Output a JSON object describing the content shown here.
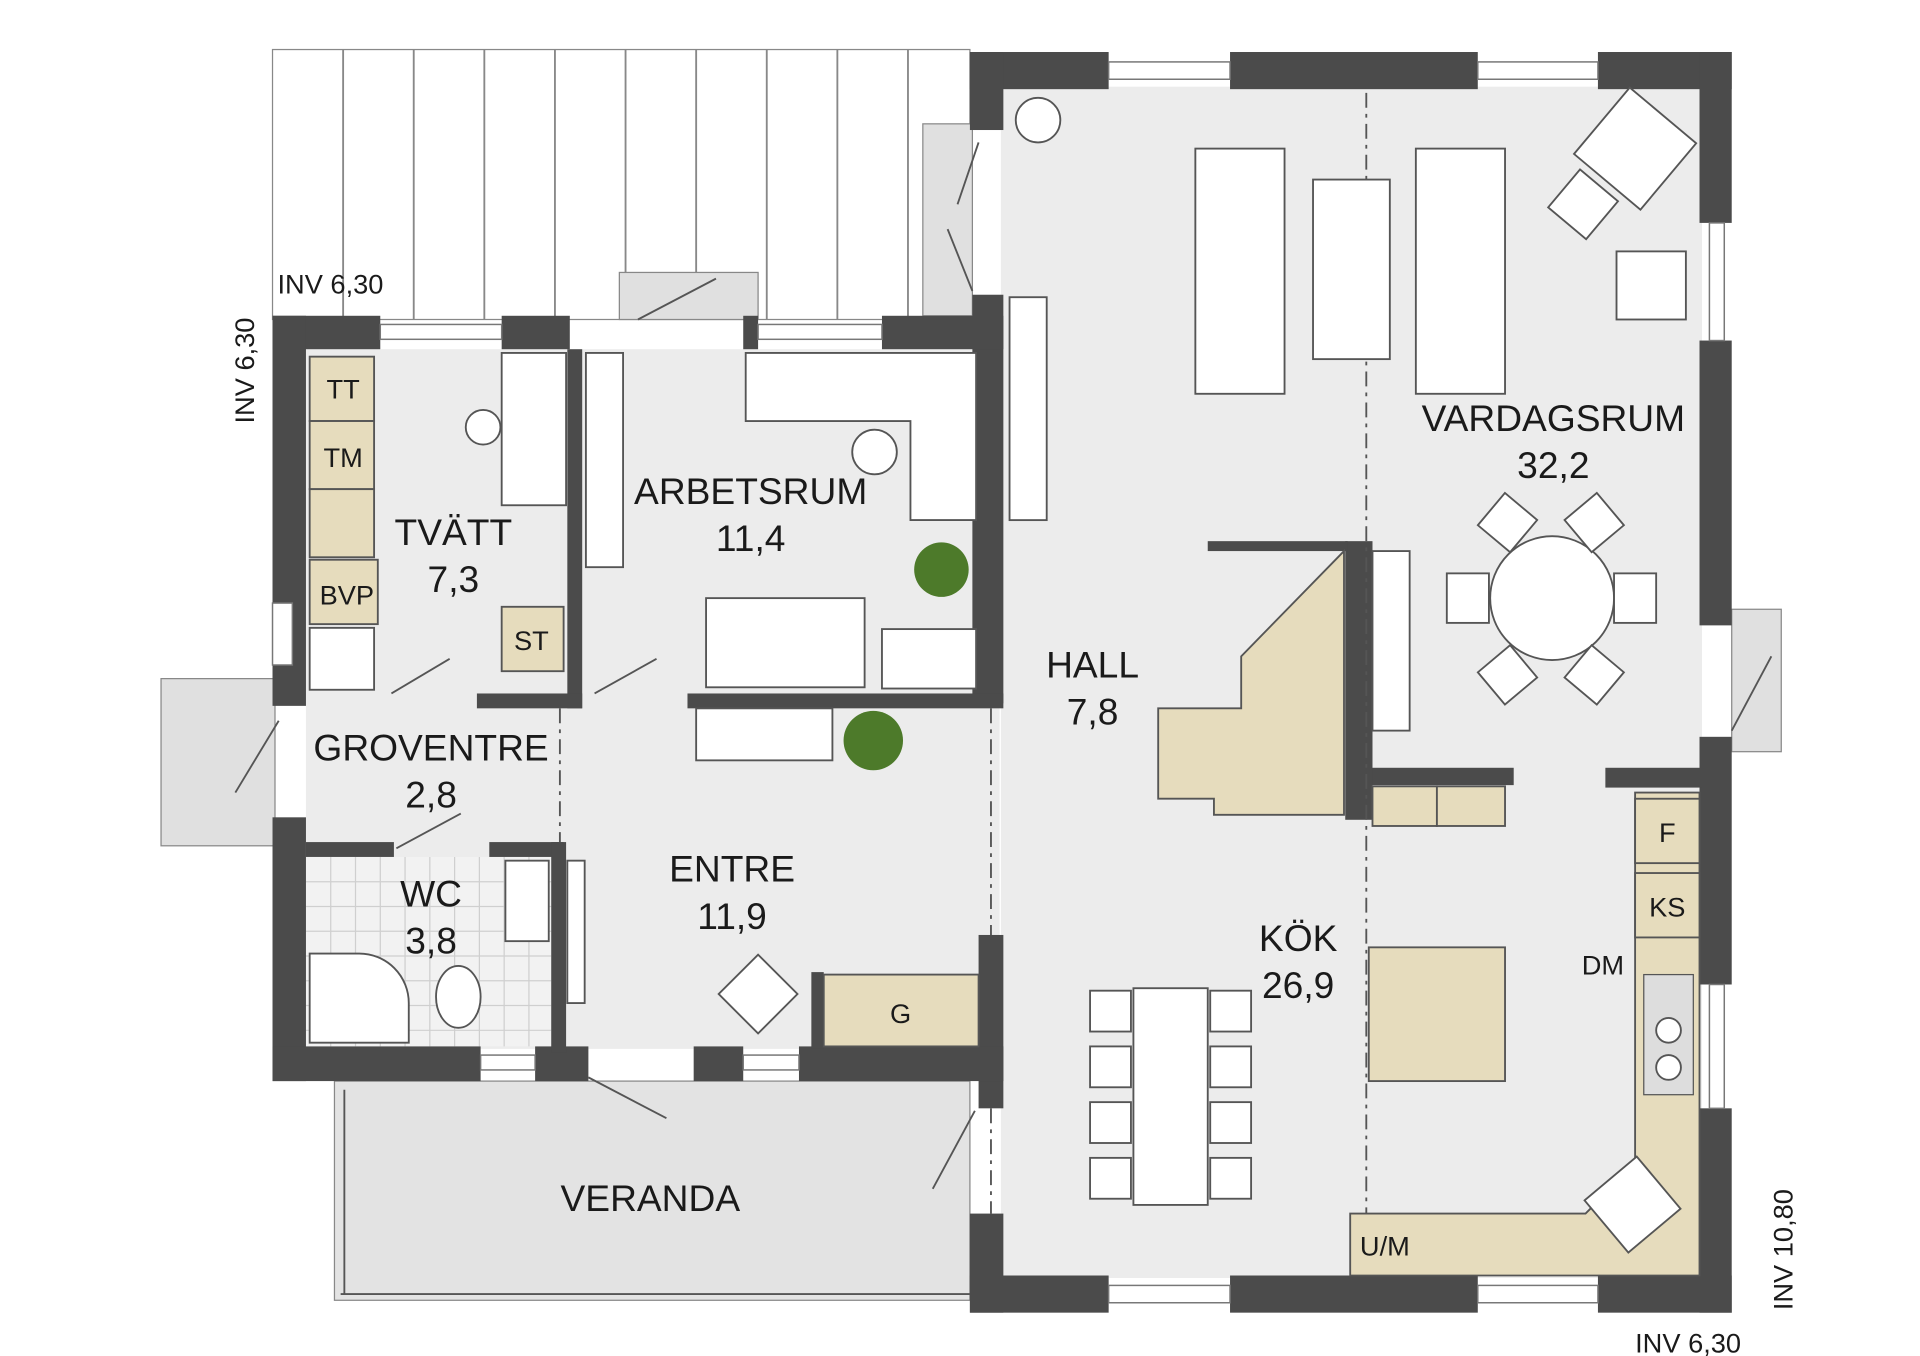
{
  "plan": {
    "rooms": [
      {
        "name": "TVÄTT",
        "area": "7,3"
      },
      {
        "name": "ARBETSRUM",
        "area": "11,4"
      },
      {
        "name": "GROVENTRE",
        "area": "2,8"
      },
      {
        "name": "WC",
        "area": "3,8"
      },
      {
        "name": "ENTRE",
        "area": "11,9"
      },
      {
        "name": "HALL",
        "area": "7,8"
      },
      {
        "name": "VARDAGSRUM",
        "area": "32,2"
      },
      {
        "name": "KÖK",
        "area": "26,9"
      },
      {
        "name": "VERANDA"
      }
    ],
    "appliances": {
      "tt": "TT",
      "tm": "TM",
      "bvp": "BVP",
      "st": "ST",
      "g": "G",
      "f": "F",
      "ks": "KS",
      "dm": "DM",
      "um": "U/M"
    },
    "dimensions": {
      "top_left": "INV 6,30",
      "left": "INV 6,30",
      "bottom_right": "INV 6,30",
      "right": "INV 10,80"
    },
    "colors": {
      "wall": "#4b4b4b",
      "floor": "#ececec",
      "cabinet": "#e6dcbd"
    }
  }
}
